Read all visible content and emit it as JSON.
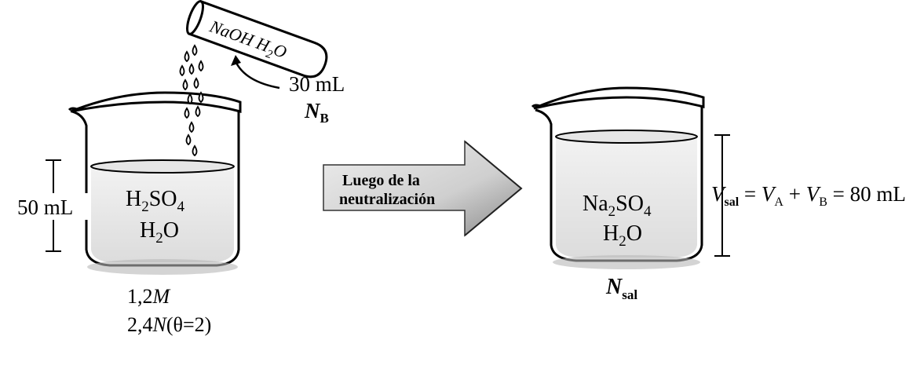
{
  "left_beaker": {
    "volume_label": "50 mL",
    "solute": {
      "base": "H",
      "sub1": "2",
      "mid": "SO",
      "sub2": "4"
    },
    "solvent": {
      "base": "H",
      "sub": "2",
      "tail": "O"
    },
    "molarity": {
      "value": "1,2",
      "unit": "M"
    },
    "normality": {
      "value": "2,4",
      "unit": "N",
      "theta_note": "(θ=2)"
    }
  },
  "test_tube": {
    "contents": {
      "base": "NaOH  H",
      "sub": "2",
      "tail": "O"
    },
    "volume_label": "30 mL",
    "normality": {
      "sym": "N",
      "sub": "B"
    }
  },
  "arrow": {
    "line1": "Luego de la",
    "line2": "neutralización"
  },
  "right_beaker": {
    "solute": {
      "base": "Na",
      "sub1": "2",
      "mid": "SO",
      "sub2": "4"
    },
    "solvent": {
      "base": "H",
      "sub": "2",
      "tail": "O"
    },
    "normality": {
      "sym": "N",
      "sub": "sal"
    },
    "volume_equation": {
      "v1": "V",
      "v1_sub": "sal",
      "eq": " = ",
      "v2": "V",
      "v2_sub": "A",
      "plus": " + ",
      "v3": "V",
      "v3_sub": "B",
      "result": " = 80 mL"
    }
  },
  "colors": {
    "ink": "#000000",
    "liquid": "#d9d9d9",
    "arrow_light": "#e6e6e6",
    "arrow_dark": "#555555"
  }
}
